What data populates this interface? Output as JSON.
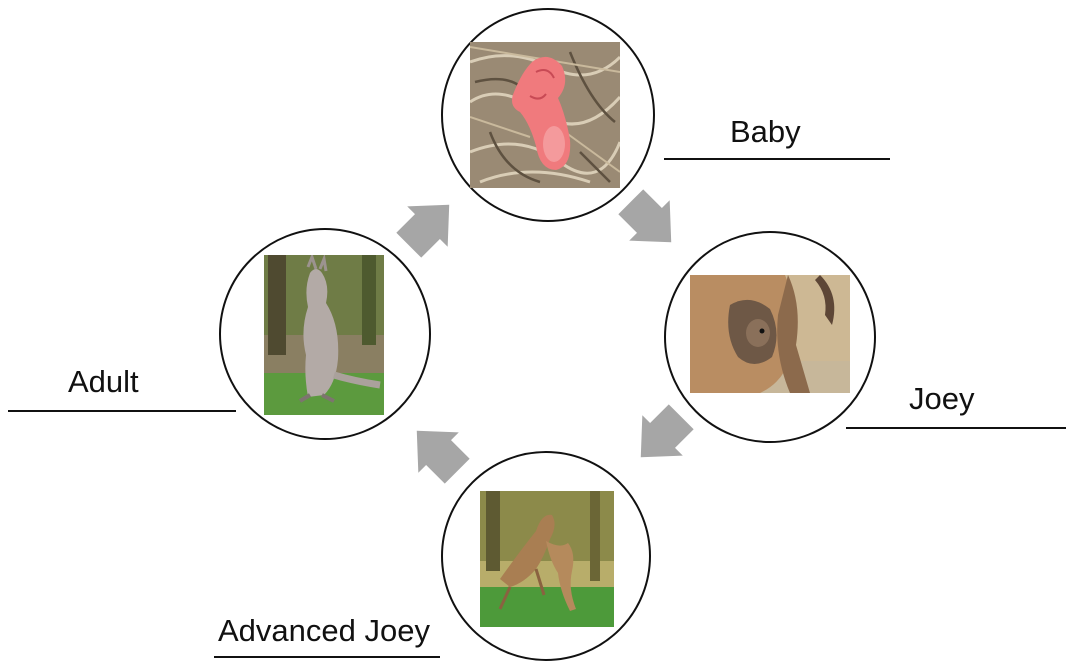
{
  "diagram": {
    "stages": [
      {
        "id": "baby",
        "label": "Baby",
        "image": "newborn-kangaroo-photo"
      },
      {
        "id": "joey",
        "label": "Joey",
        "image": "joey-in-pouch-photo"
      },
      {
        "id": "advanced_joey",
        "label": "Advanced Joey",
        "image": "young-kangaroos-photo"
      },
      {
        "id": "adult",
        "label": "Adult",
        "image": "adult-kangaroo-photo"
      }
    ],
    "arrows": [
      {
        "from": "baby",
        "to": "joey",
        "icon": "arrow-icon"
      },
      {
        "from": "joey",
        "to": "advanced_joey",
        "icon": "arrow-icon"
      },
      {
        "from": "advanced_joey",
        "to": "adult",
        "icon": "arrow-icon"
      },
      {
        "from": "adult",
        "to": "baby",
        "icon": "arrow-icon"
      }
    ],
    "colors": {
      "arrow": "#a6a6a6",
      "outline": "#111111"
    }
  }
}
